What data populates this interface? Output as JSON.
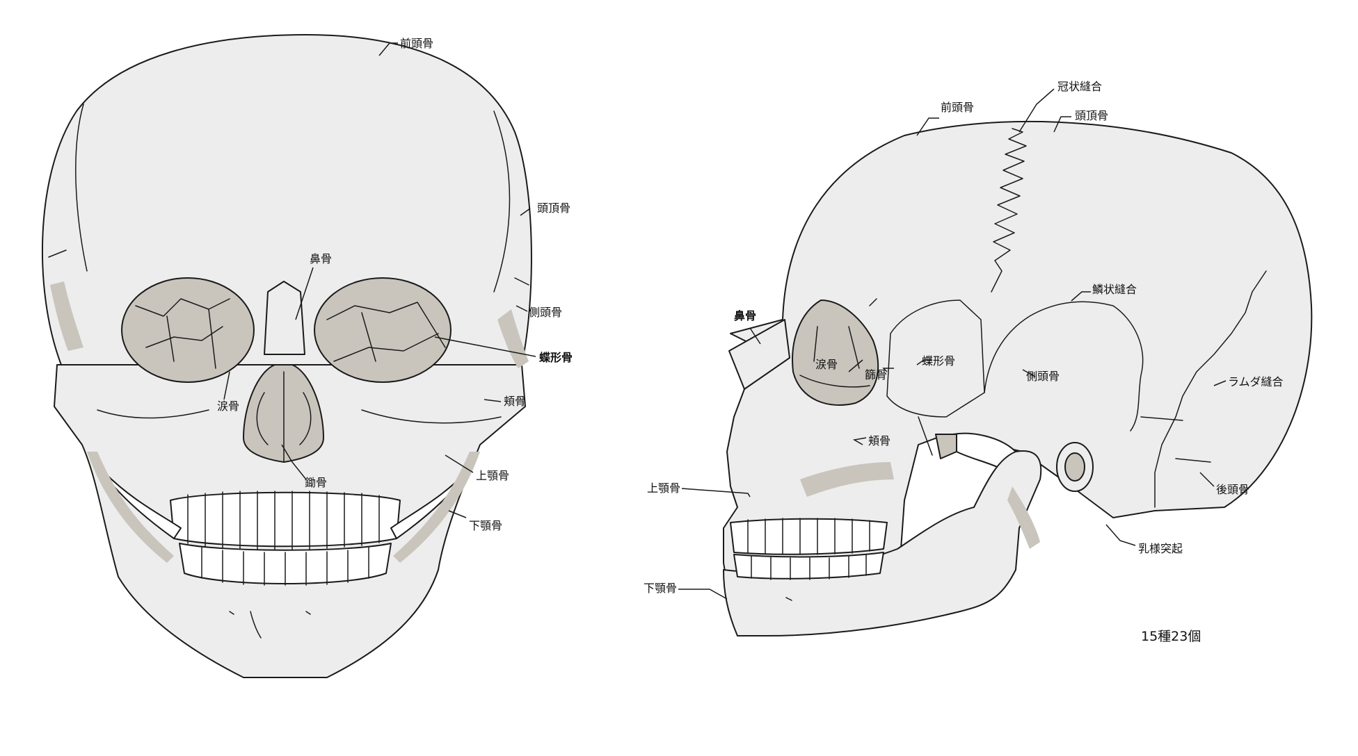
{
  "colors": {
    "bone": "#ededed",
    "shade": "#c9c5bd",
    "ink": "#1a1a1a",
    "background": "#ffffff"
  },
  "front_view": {
    "labels": {
      "frontal": "前頭骨",
      "parietal": "頭頂骨",
      "temporal": "側頭骨",
      "sphenoid": "蝶形骨",
      "nasal": "鼻骨",
      "lacrimal": "涙骨",
      "zygomatic": "頬骨",
      "vomer": "鋤骨",
      "maxilla": "上顎骨",
      "mandible": "下顎骨"
    }
  },
  "side_view": {
    "labels": {
      "coronal_suture": "冠状縫合",
      "frontal": "前頭骨",
      "parietal": "頭頂骨",
      "squamous_suture": "鱗状縫合",
      "nasal": "鼻骨",
      "lacrimal": "涙骨",
      "ethmoid": "篩骨",
      "sphenoid": "蝶形骨",
      "temporal": "側頭骨",
      "lambdoid_suture": "ラムダ縫合",
      "zygomatic": "頬骨",
      "maxilla": "上顎骨",
      "occipital": "後頭骨",
      "mastoid": "乳様突起",
      "mandible": "下顎骨"
    },
    "note": "15種23個"
  }
}
